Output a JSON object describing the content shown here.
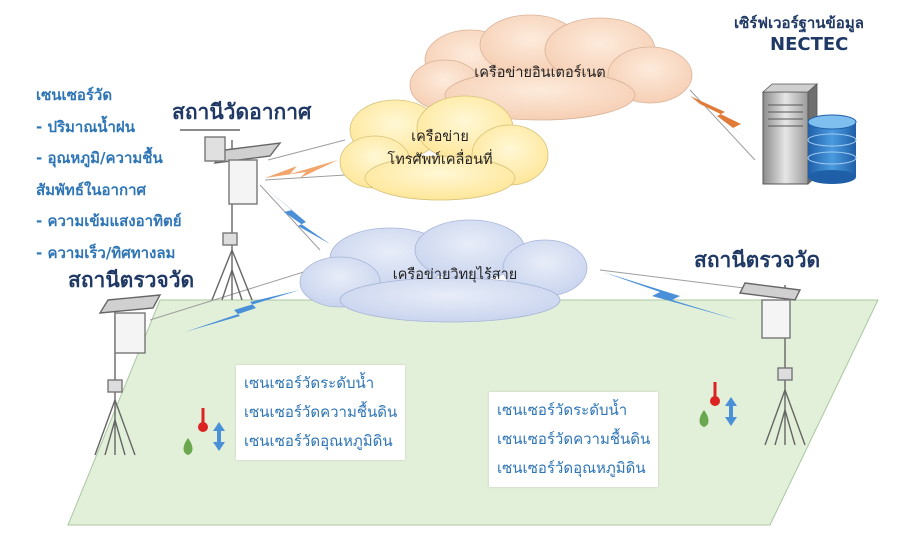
{
  "server": {
    "line1": "เซิร์ฟเวอร์ฐานข้อมูล",
    "line2": "NECTEC"
  },
  "internet": {
    "label": "เครือข่ายอินเตอร์เนต"
  },
  "mobile": {
    "line1": "เครือข่าย",
    "line2": "โทรศัพท์เคลื่อนที่"
  },
  "radio": {
    "label": "เครือข่ายวิทยุไร้สาย"
  },
  "weather_station": {
    "title": "สถานีวัดอากาศ",
    "sensors": [
      "เซนเซอร์วัด",
      "- ปริมาณน้ำฝน",
      "- อุณหภูมิ/ความชื้น",
      "สัมพัทธ์ในอากาศ",
      "- ความเข้มแสงอาทิตย์",
      "- ความเร็ว/ทิศทางลม"
    ]
  },
  "left_station": {
    "title": "สถานีตรวจวัด"
  },
  "right_station": {
    "title": "สถานีตรวจวัด"
  },
  "field_sensors_left": [
    "เซนเซอร์วัดระดับน้ำ",
    "เซนเซอร์วัดความชื้นดิน",
    "เซนเซอร์วัดอุณหภูมิดิน"
  ],
  "field_sensors_right": [
    "เซนเซอร์วัดระดับน้ำ",
    "เซนเซอร์วัดความชื้นดิน",
    "เซนเซอร์วัดอุณหภูมิดิน"
  ],
  "colors": {
    "field": "#e2efd9",
    "field_border": "#a9c8a0",
    "cloud_internet": "#f8d9c4",
    "cloud_mobile": "#fff0b3",
    "cloud_radio": "#d9e1f2",
    "bolt_blue": "#4a90d9",
    "bolt_orange": "#e07b39",
    "title_navy": "#1f3864",
    "sensor_blue": "#2e75b6"
  }
}
